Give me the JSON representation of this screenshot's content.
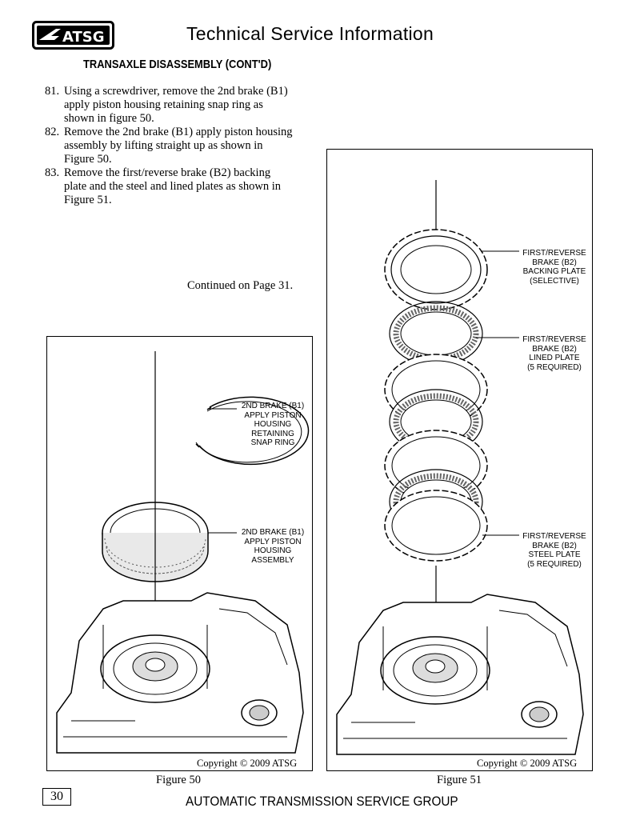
{
  "header": {
    "logo_text": "ATSG",
    "title": "Technical Service Information"
  },
  "section_heading": "TRANSAXLE DISASSEMBLY (CONT'D)",
  "steps": [
    {
      "number": "81.",
      "lines": [
        "Using a screwdriver, remove the 2nd brake (B1)",
        "apply piston housing retaining snap ring as",
        "shown in figure 50."
      ]
    },
    {
      "number": "82.",
      "lines": [
        "Remove the 2nd brake (B1) apply piston housing",
        "assembly by lifting straight up as shown in",
        "Figure 50."
      ]
    },
    {
      "number": "83.",
      "lines": [
        "Remove the first/reverse brake (B2) backing",
        "plate and the steel and lined plates as shown in",
        "Figure 51."
      ]
    }
  ],
  "continued_note": "Continued on Page 31.",
  "figure50": {
    "caption": "Figure 50",
    "copyright": "Copyright © 2009 ATSG",
    "callouts": {
      "snap_ring": "2ND BRAKE (B1)\nAPPLY PISTON\nHOUSING\nRETAINING\nSNAP RING",
      "piston_housing": "2ND BRAKE (B1)\nAPPLY PISTON\nHOUSING\nASSEMBLY"
    }
  },
  "figure51": {
    "caption": "Figure 51",
    "copyright": "Copyright © 2009 ATSG",
    "callouts": {
      "backing_plate": "FIRST/REVERSE\nBRAKE (B2)\nBACKING PLATE\n(SELECTIVE)",
      "lined_plate": "FIRST/REVERSE\nBRAKE (B2)\nLINED PLATE\n(5 REQUIRED)",
      "steel_plate": "FIRST/REVERSE\nBRAKE (B2)\nSTEEL PLATE\n(5 REQUIRED)"
    }
  },
  "footer": {
    "page_number": "30",
    "organization": "AUTOMATIC TRANSMISSION SERVICE GROUP"
  }
}
